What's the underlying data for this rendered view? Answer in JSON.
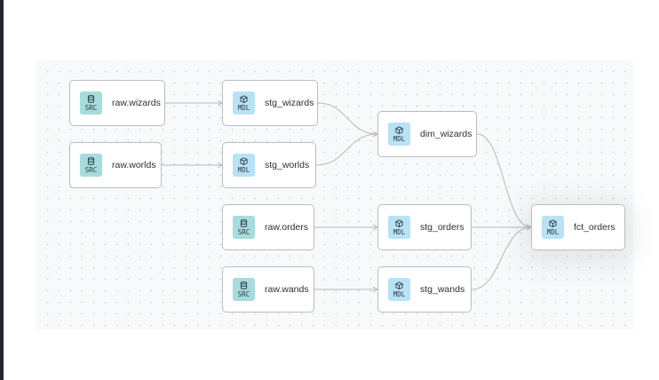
{
  "colors": {
    "source_badge": "#a6dcdc",
    "model_badge": "#b8e2f5",
    "edge": "#b5b8bd",
    "canvas": "#f8f9fa"
  },
  "nodes": [
    {
      "id": "raw_wizards",
      "label": "raw.wizards",
      "badge": "SRC",
      "icon": "database-icon"
    },
    {
      "id": "raw_worlds",
      "label": "raw.worlds",
      "badge": "SRC",
      "icon": "database-icon"
    },
    {
      "id": "stg_wizards",
      "label": "stg_wizards",
      "badge": "MDL",
      "icon": "cube-icon"
    },
    {
      "id": "stg_worlds",
      "label": "stg_worlds",
      "badge": "MDL",
      "icon": "cube-icon"
    },
    {
      "id": "raw_orders",
      "label": "raw.orders",
      "badge": "SRC",
      "icon": "database-icon"
    },
    {
      "id": "raw_wands",
      "label": "raw.wands",
      "badge": "SRC",
      "icon": "database-icon"
    },
    {
      "id": "dim_wizards",
      "label": "dim_wizards",
      "badge": "MDL",
      "icon": "cube-icon"
    },
    {
      "id": "stg_orders",
      "label": "stg_orders",
      "badge": "MDL",
      "icon": "cube-icon"
    },
    {
      "id": "stg_wands",
      "label": "stg_wands",
      "badge": "MDL",
      "icon": "cube-icon"
    },
    {
      "id": "fct_orders",
      "label": "fct_orders",
      "badge": "MDL",
      "icon": "cube-icon",
      "selected": true
    }
  ],
  "edges": [
    [
      "raw_wizards",
      "stg_wizards"
    ],
    [
      "raw_worlds",
      "stg_worlds"
    ],
    [
      "stg_wizards",
      "dim_wizards"
    ],
    [
      "stg_worlds",
      "dim_wizards"
    ],
    [
      "raw_orders",
      "stg_orders"
    ],
    [
      "raw_wands",
      "stg_wands"
    ],
    [
      "dim_wizards",
      "fct_orders"
    ],
    [
      "stg_orders",
      "fct_orders"
    ],
    [
      "stg_wands",
      "fct_orders"
    ]
  ]
}
